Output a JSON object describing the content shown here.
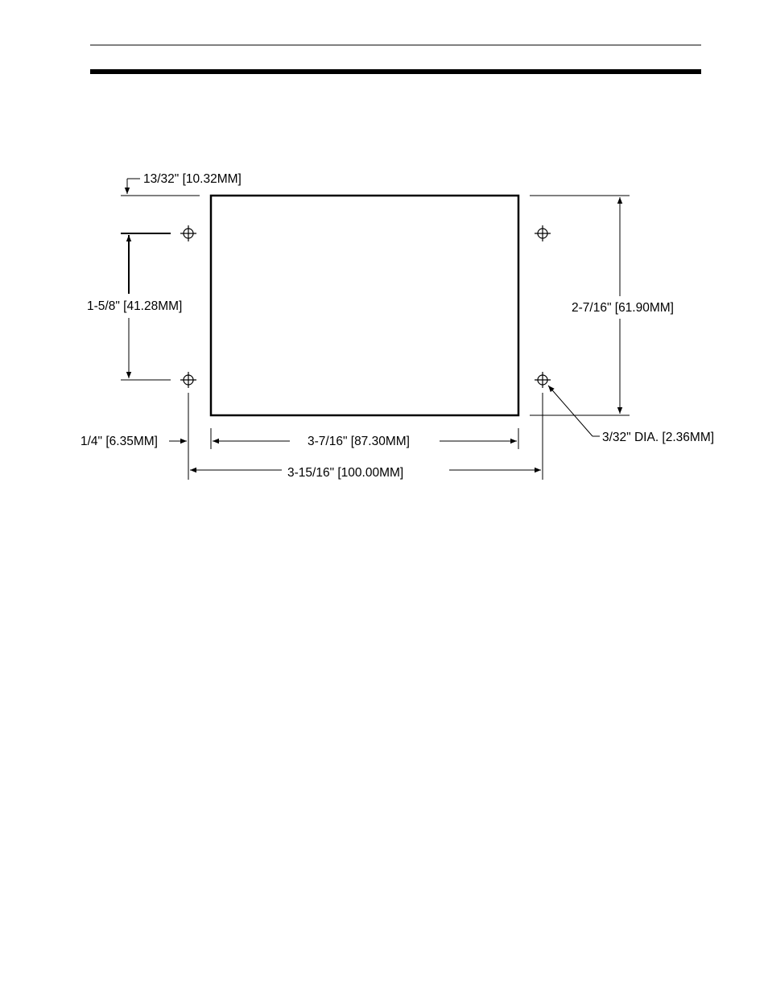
{
  "drawing": {
    "offset_label": "13/32\" [10.32MM]",
    "hole_spacing_vertical_label": "1-5/8\" [41.28MM]",
    "overall_height_label": "2-7/16\" [61.90MM]",
    "edge_offset_label": "1/4\" [6.35MM]",
    "cutout_width_label": "3-7/16\" [87.30MM]",
    "hole_spacing_horizontal_label": "3-15/16\" [100.00MM]",
    "hole_diameter_label": "3/32\" DIA. [2.36MM]"
  },
  "colors": {
    "line": "#000000",
    "background": "#ffffff"
  }
}
